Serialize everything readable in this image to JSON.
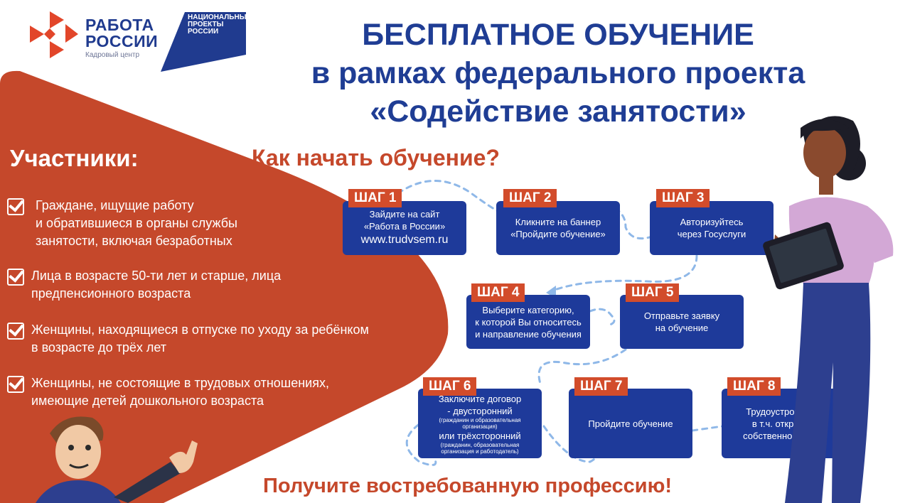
{
  "logo": {
    "title_line1": "РАБОТА",
    "title_line2": "РОССИИ",
    "subtitle": "Кадровый центр"
  },
  "np_logo": {
    "line1": "НАЦИОНАЛЬНЫЕ",
    "line2": "ПРОЕКТЫ",
    "line3": "РОССИИ"
  },
  "header": {
    "line1": "БЕСПЛАТНОЕ ОБУЧЕНИЕ",
    "line2": "в рамках федерального проекта",
    "line3": "«Содействие занятости»"
  },
  "participants": {
    "title": "Участники:",
    "items": [
      {
        "lines": [
          "Граждане, ищущие работу",
          "и обратившиеся в органы службы",
          "занятости, включая безработных"
        ]
      },
      {
        "lines": [
          "Лица в возрасте 50-ти лет и старше, лица",
          "предпенсионного возраста"
        ]
      },
      {
        "lines": [
          "Женщины, находящиеся в отпуске по уходу за ребёнком",
          "в возрасте до трёх лет"
        ]
      },
      {
        "lines": [
          "Женщины, не состоящие в трудовых отношениях,",
          "имеющие детей дошкольного возраста"
        ]
      }
    ]
  },
  "how": {
    "title": "Как начать обучение?"
  },
  "steps": [
    {
      "label": "ШАГ 1",
      "line1": "Зайдите на сайт",
      "line2": "«Работа в России»",
      "link": "www.trudvsem.ru"
    },
    {
      "label": "ШАГ 2",
      "line1": "Кликните на баннер",
      "line2": "«Пройдите обучение»"
    },
    {
      "label": "ШАГ 3",
      "line1": "Авторизуйтесь",
      "line2": "через Госуслуги"
    },
    {
      "label": "ШАГ 4",
      "line1": "Выберите категорию,",
      "line2": "к которой Вы относитесь",
      "line3": "и направление обучения"
    },
    {
      "label": "ШАГ 5",
      "line1": "Отправьте заявку",
      "line2": "на обучение"
    },
    {
      "label": "ШАГ 6",
      "line1": "Заключите договор",
      "line2": "- двусторонний",
      "small1": "(гражданин и образовательная",
      "small2": "организация)",
      "line3": "или трёхсторонний",
      "small3": "(гражданин, образовательная",
      "small4": "организация и работодатель)"
    },
    {
      "label": "ШАГ 7",
      "line1": "Пройдите обучение"
    },
    {
      "label": "ШАГ 8",
      "line1": "Трудоустройство,",
      "line2": "в т.ч. открытие",
      "line3": "собственного дела"
    }
  ],
  "bottom": {
    "title": "Получите востребованную профессию!"
  },
  "colors": {
    "brand_blue": "#1e3a9a",
    "accent_orange": "#c5482b",
    "step_label_red": "#d24c2b",
    "dashed_line": "#8fb8e8"
  }
}
